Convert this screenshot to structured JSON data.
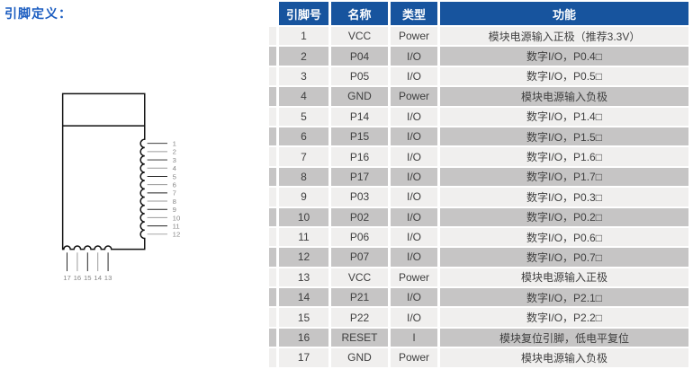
{
  "page": {
    "title": "引脚定义："
  },
  "colors": {
    "title": "#1a5cc0",
    "header_bg": "#17549e",
    "row_light": "#f0efee",
    "row_dark": "#c6c5c5"
  },
  "diagram": {
    "right_pins": [
      "1",
      "2",
      "3",
      "4",
      "5",
      "6",
      "7",
      "8",
      "9",
      "10",
      "11",
      "12"
    ],
    "bottom_pins": [
      "17",
      "16",
      "15",
      "14",
      "13"
    ]
  },
  "table": {
    "columns": [
      "引脚号",
      "名称",
      "类型",
      "功能"
    ],
    "rows": [
      {
        "pin": "1",
        "name": "VCC",
        "type": "Power",
        "func": "模块电源输入正极（推荐3.3V）"
      },
      {
        "pin": "2",
        "name": "P04",
        "type": "I/O",
        "func": "数字I/O，P0.4□"
      },
      {
        "pin": "3",
        "name": "P05",
        "type": "I/O",
        "func": "数字I/O，P0.5□"
      },
      {
        "pin": "4",
        "name": "GND",
        "type": "Power",
        "func": "模块电源输入负极"
      },
      {
        "pin": "5",
        "name": "P14",
        "type": "I/O",
        "func": "数字I/O，P1.4□"
      },
      {
        "pin": "6",
        "name": "P15",
        "type": "I/O",
        "func": "数字I/O，P1.5□"
      },
      {
        "pin": "7",
        "name": "P16",
        "type": "I/O",
        "func": "数字I/O，P1.6□"
      },
      {
        "pin": "8",
        "name": "P17",
        "type": "I/O",
        "func": "数字I/O，P1.7□"
      },
      {
        "pin": "9",
        "name": "P03",
        "type": "I/O",
        "func": "数字I/O，P0.3□"
      },
      {
        "pin": "10",
        "name": "P02",
        "type": "I/O",
        "func": "数字I/O，P0.2□"
      },
      {
        "pin": "11",
        "name": "P06",
        "type": "I/O",
        "func": "数字I/O，P0.6□"
      },
      {
        "pin": "12",
        "name": "P07",
        "type": "I/O",
        "func": "数字I/O，P0.7□"
      },
      {
        "pin": "13",
        "name": "VCC",
        "type": "Power",
        "func": "模块电源输入正极"
      },
      {
        "pin": "14",
        "name": "P21",
        "type": "I/O",
        "func": "数字I/O，P2.1□"
      },
      {
        "pin": "15",
        "name": "P22",
        "type": "I/O",
        "func": "数字I/O，P2.2□"
      },
      {
        "pin": "16",
        "name": "RESET",
        "type": "I",
        "func": "模块复位引脚，低电平复位"
      },
      {
        "pin": "17",
        "name": "GND",
        "type": "Power",
        "func": "模块电源输入负极"
      }
    ]
  }
}
